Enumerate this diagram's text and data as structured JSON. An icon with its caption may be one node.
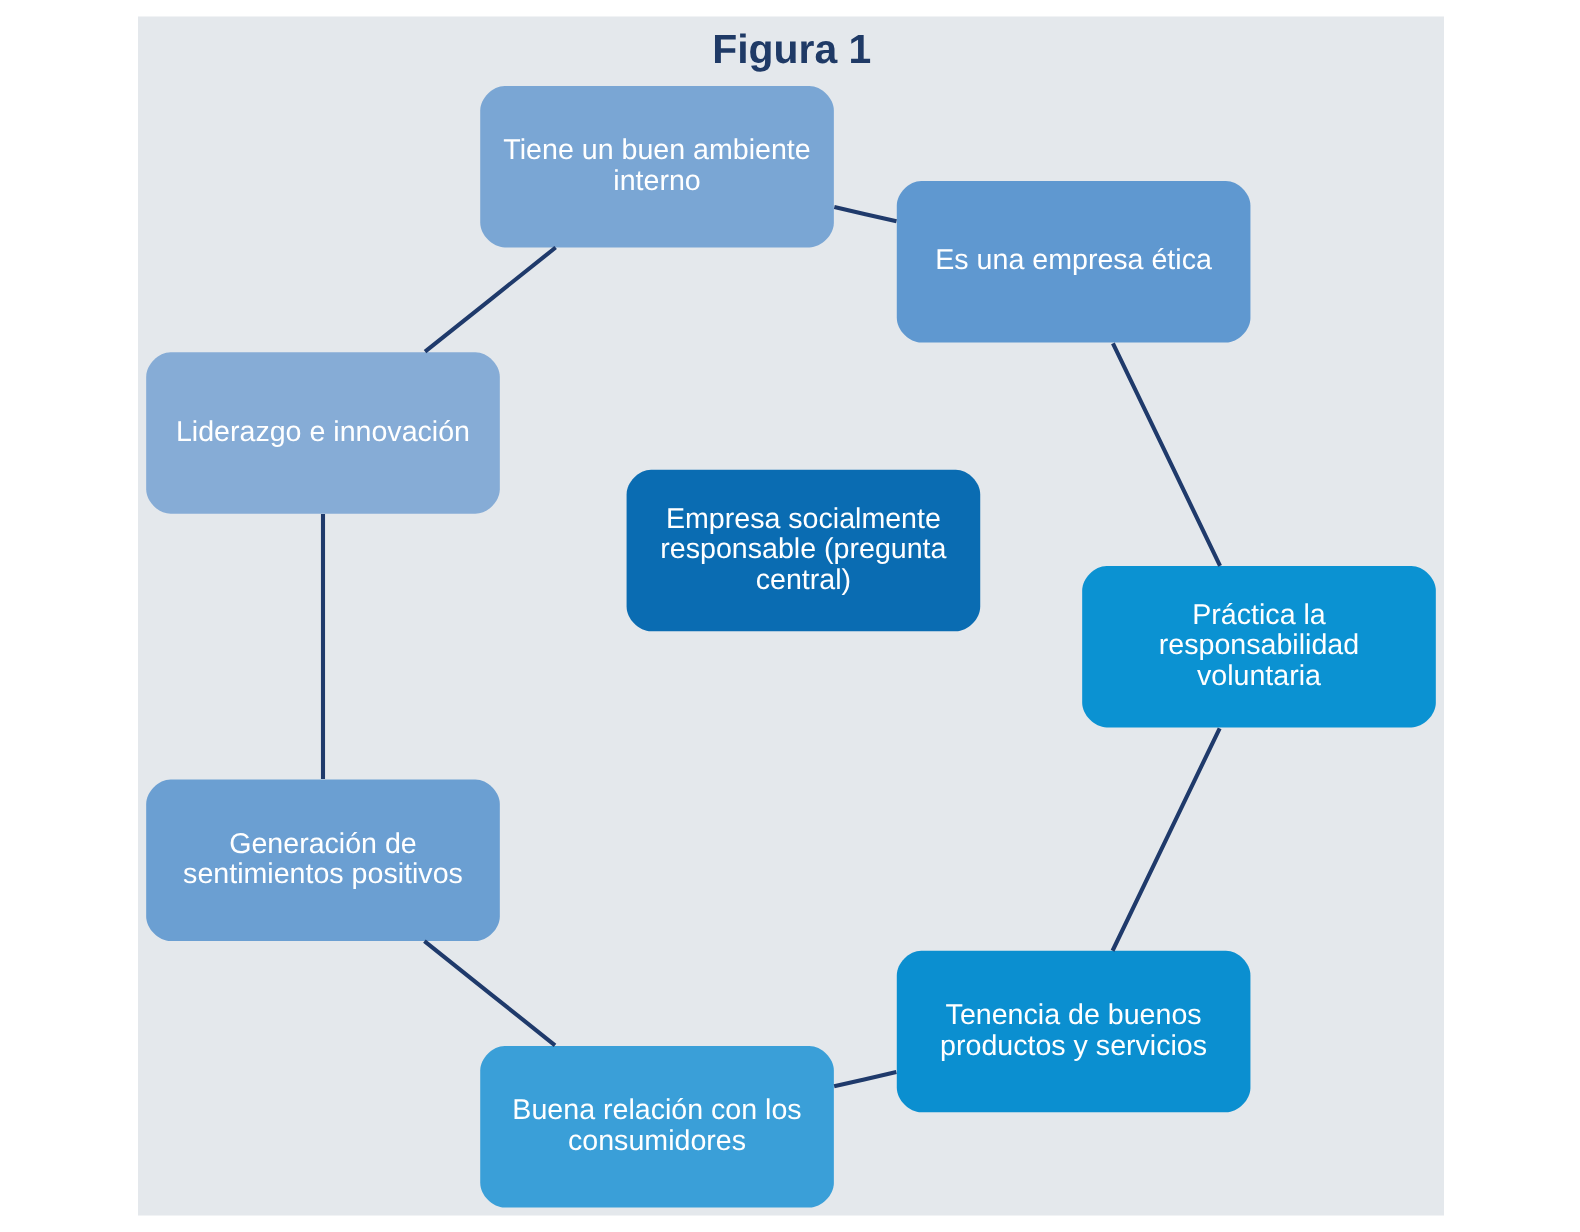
{
  "diagram": {
    "title": "Figura 1",
    "nodes": [
      {
        "text": [
          "Tenencia de buenos productos y servicios"
        ]
      },
      {
        "text": [
          "Práctica la responsabilidad voluntaria"
        ]
      },
      {
        "text": [
          "Buena relación con los consumidores"
        ]
      },
      {
        "text": [
          "Empresa socialmente responsable (pregunta central)"
        ]
      },
      {
        "text": [
          "Es una empresa ética"
        ]
      },
      {
        "text": [
          "Generación de sentimientos positivos"
        ]
      },
      {
        "text": [
          "Tiene un buen ambiente interno"
        ]
      },
      {
        "text": [
          "Liderazgo e innovación"
        ]
      }
    ],
    "edges": [
      {
        "from": 0,
        "to": 2,
        "arrow": "none"
      },
      {
        "from": 2,
        "to": 5,
        "arrow": "none"
      },
      {
        "from": 5,
        "to": 7,
        "arrow": "none"
      },
      {
        "from": 7,
        "to": 6,
        "arrow": "none"
      },
      {
        "from": 6,
        "to": 4,
        "arrow": "none"
      },
      {
        "from": 4,
        "to": 1,
        "arrow": "none"
      },
      {
        "from": 1,
        "to": 0,
        "arrow": "none"
      }
    ]
  }
}
